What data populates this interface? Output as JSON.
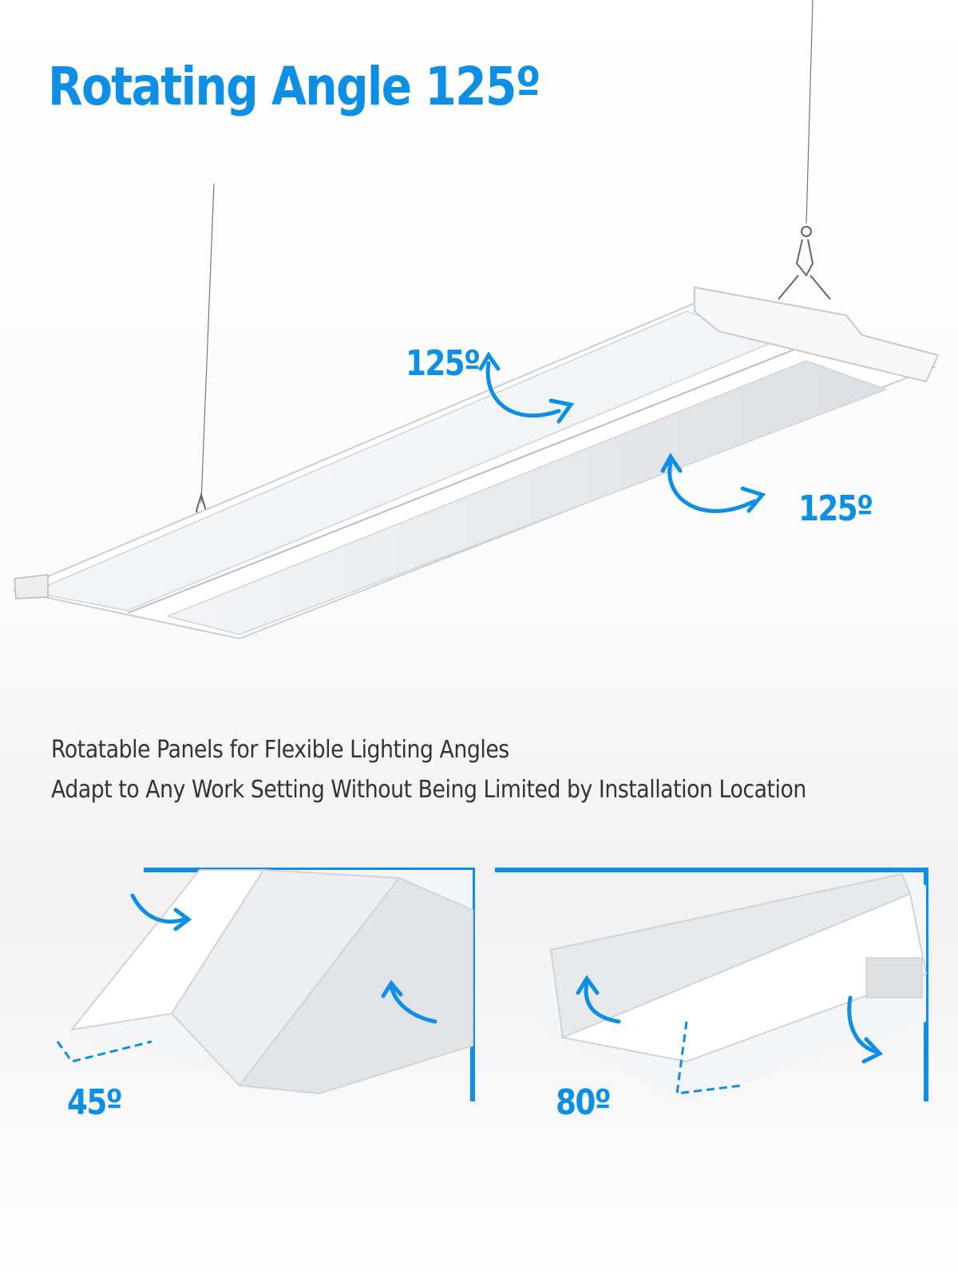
{
  "title": "Rotating Angle 125º",
  "angles": {
    "top_left": "125º",
    "top_right": "125º",
    "detail_left": "45º",
    "detail_right": "80º"
  },
  "description": {
    "line1": "Rotatable Panels for Flexible Lighting Angles",
    "line2": "Adapt to Any Work Setting Without Being Limited by Installation Location"
  },
  "colors": {
    "accent": "#0d8fe6",
    "text": "#333333",
    "background": "#ffffff"
  }
}
